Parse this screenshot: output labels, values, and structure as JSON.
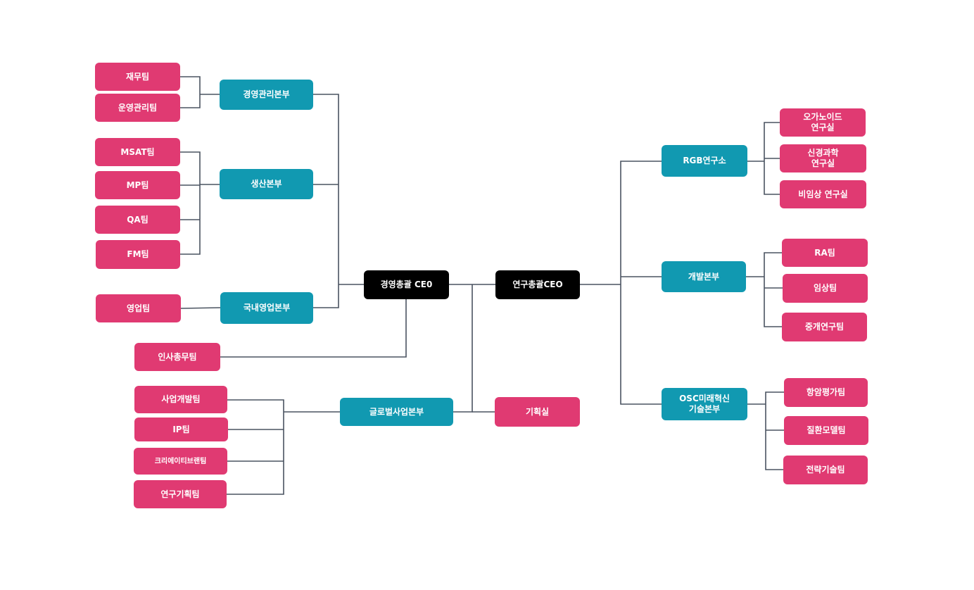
{
  "colors": {
    "ceo": "#000000",
    "division": "#1199b1",
    "team": "#e03a72",
    "connector": "#4a5360"
  },
  "ceos": {
    "management": "경영총괄 CE0",
    "research": "연구총괄CEO"
  },
  "divisions": {
    "management_hq": "경영관리본부",
    "production_hq": "생산본부",
    "domestic_sales_hq": "국내영업본부",
    "global_business_hq": "글로벌사업본부",
    "rgb_institute": "RGB연구소",
    "development_hq": "개발본부",
    "osc_hq": "OSC미래혁신\n기술본부"
  },
  "teams": {
    "finance": "재무팀",
    "operations": "운영관리팀",
    "msat": "MSAT팀",
    "mp": "MP팀",
    "qa": "QA팀",
    "fm": "FM팀",
    "sales": "영업팀",
    "hr": "인사총무팀",
    "biz_dev": "사업개발팀",
    "ip": "IP팀",
    "creative_brand": "크리에이티브랜팀",
    "research_planning": "연구기획팀",
    "planning_office": "기획실",
    "organoid_lab": "오가노이드\n연구실",
    "neuro_lab": "신경과학\n연구실",
    "nonclinical_lab": "비임상 연구실",
    "ra": "RA팀",
    "clinical": "임상팀",
    "translational": "중개연구팀",
    "drug_eval": "항암평가팀",
    "disease_model": "질환모델팀",
    "strategy_tech": "전략기술팀"
  }
}
